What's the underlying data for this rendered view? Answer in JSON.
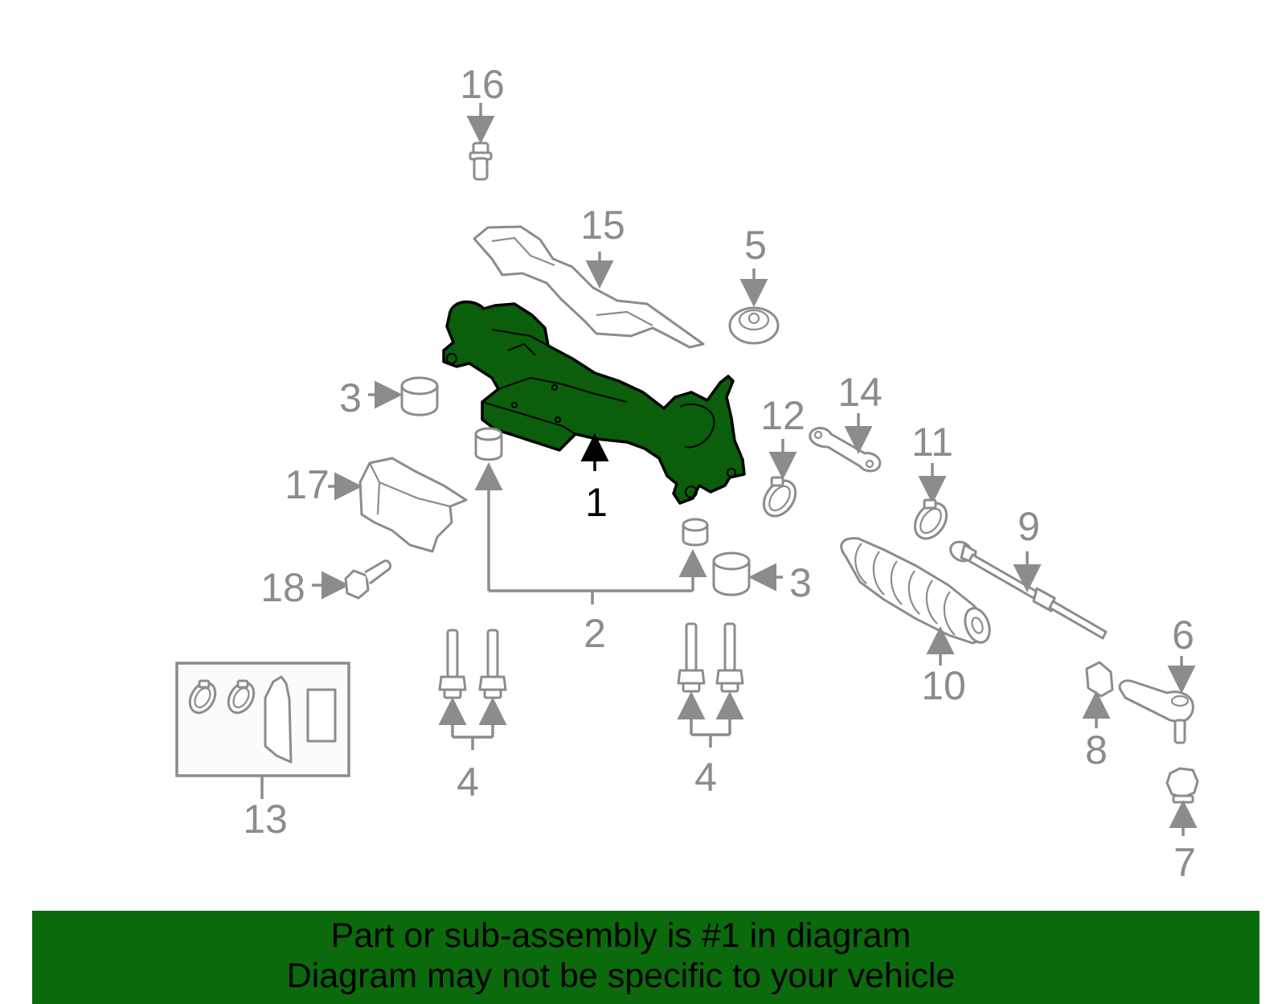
{
  "diagram": {
    "callouts": {
      "c1": "1",
      "c2": "2",
      "c3a": "3",
      "c3b": "3",
      "c4a": "4",
      "c4b": "4",
      "c5": "5",
      "c6": "6",
      "c7": "7",
      "c8": "8",
      "c9": "9",
      "c10": "10",
      "c11": "11",
      "c12": "12",
      "c13": "13",
      "c14": "14",
      "c15": "15",
      "c16": "16",
      "c17": "17",
      "c18": "18"
    },
    "colors": {
      "highlight": "#0b5e0b",
      "callout_gray": "#8c8c8c",
      "banner_bg": "#0b6a0b"
    }
  },
  "banner": {
    "line1": "Part or sub-assembly is #1 in diagram",
    "line2": "Diagram may not be specific to your vehicle"
  }
}
